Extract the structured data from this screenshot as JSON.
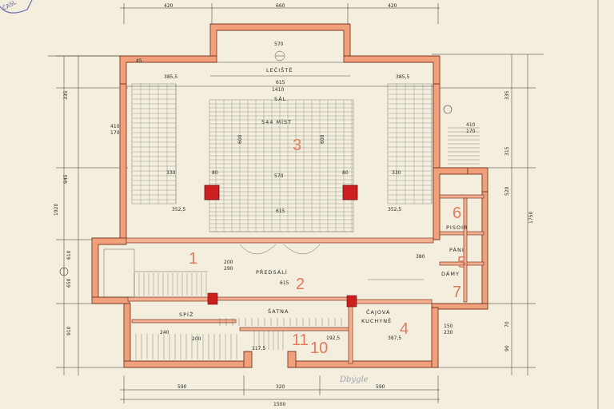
{
  "stamp_text": "ČASL",
  "rooms": {
    "lecturna": {
      "name": "LEČIŠTĚ",
      "dim": "615"
    },
    "sal": {
      "dim": "1410",
      "name": "SÁL"
    },
    "sal_capacity": "544 MÍST",
    "predsali": {
      "name": "PŘEDSÁLÍ",
      "dim": "615"
    },
    "satna": "ŠATNA",
    "pisoir": "PISOIR",
    "pani": "PÁNI",
    "damy": "DÁMY",
    "cajovna": {
      "line1": "ČAJOVÁ",
      "line2": "KUCHYNĚ"
    },
    "spiz": "SPÍŽ"
  },
  "room_numbers": [
    "1",
    "2",
    "3",
    "4",
    "5",
    "6",
    "7",
    "10",
    "11"
  ],
  "top_dims": [
    "420",
    "660",
    "420"
  ],
  "bottom_dims": [
    "590",
    "320",
    "590"
  ],
  "bottom_total": "1500",
  "left_dims": [
    "335",
    "945",
    "1920",
    "610",
    "650",
    "910"
  ],
  "right_dims": [
    "335",
    "315",
    "520",
    "1750",
    "70",
    "90"
  ],
  "interior_dims": {
    "top570": "570",
    "d3835_l": "385,5",
    "d3835_r": "385,5",
    "d410_l": "410",
    "d410_r": "410",
    "d170_l": "170",
    "d170_r": "170",
    "d600_l": "600",
    "d600_r": "600",
    "d570": "570",
    "d330_l": "330",
    "d330_r": "330",
    "d80_l": "80",
    "d80_r": "80",
    "d3525_l": "352,5",
    "d3525_r": "352,5",
    "d615": "615",
    "d45": "45",
    "d290": "290",
    "d200": "200",
    "d1925": "192,5",
    "d240": "240",
    "d150": "150",
    "d230": "230",
    "d380": "380",
    "d3875": "387,5",
    "d1175": "117,5",
    "d200b": "200"
  },
  "signature": "Dbýgle"
}
